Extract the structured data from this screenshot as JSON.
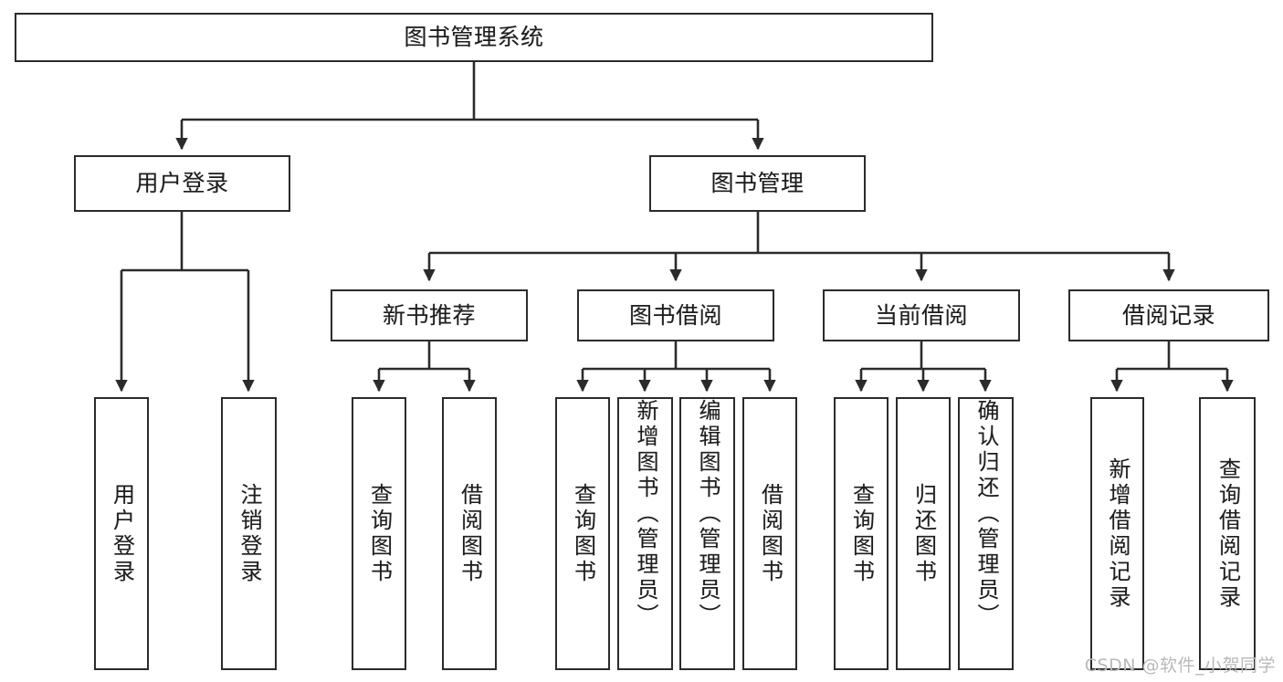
{
  "diagram": {
    "title": "图书管理系统",
    "type": "tree",
    "stroke_color": "#2b2b2b",
    "fill_color": "#ffffff",
    "root": {
      "id": "root",
      "label": "图书管理系统"
    },
    "level2": [
      {
        "id": "user-login",
        "label": "用户登录"
      },
      {
        "id": "book-manage",
        "label": "图书管理"
      }
    ],
    "level3": [
      {
        "id": "new-book-recommend",
        "label": "新书推荐"
      },
      {
        "id": "book-borrow",
        "label": "图书借阅"
      },
      {
        "id": "current-borrow",
        "label": "当前借阅"
      },
      {
        "id": "borrow-record",
        "label": "借阅记录"
      }
    ],
    "leaves": [
      {
        "id": "leaf-user-login",
        "label": "用户登录",
        "parent": "user-login",
        "align": "center"
      },
      {
        "id": "leaf-logout-login",
        "label": "注销登录",
        "parent": "user-login",
        "align": "center"
      },
      {
        "id": "leaf-query-book-1",
        "label": "查询图书",
        "parent": "new-book-recommend",
        "align": "center"
      },
      {
        "id": "leaf-borrow-book-1",
        "label": "借阅图书",
        "parent": "new-book-recommend",
        "align": "center"
      },
      {
        "id": "leaf-query-book-2",
        "label": "查询图书",
        "parent": "book-borrow",
        "align": "center"
      },
      {
        "id": "leaf-add-book-admin",
        "label": "新增图书（管理员）",
        "parent": "book-borrow",
        "align": "top"
      },
      {
        "id": "leaf-edit-book-admin",
        "label": "编辑图书（管理员）",
        "parent": "book-borrow",
        "align": "top"
      },
      {
        "id": "leaf-borrow-book-2",
        "label": "借阅图书",
        "parent": "book-borrow",
        "align": "center"
      },
      {
        "id": "leaf-query-book-3",
        "label": "查询图书",
        "parent": "current-borrow",
        "align": "center"
      },
      {
        "id": "leaf-return-book",
        "label": "归还图书",
        "parent": "current-borrow",
        "align": "center"
      },
      {
        "id": "leaf-confirm-return-admin",
        "label": "确认归还（管理员）",
        "parent": "current-borrow",
        "align": "top"
      },
      {
        "id": "leaf-add-borrow-record",
        "label": "新增借阅记录",
        "parent": "borrow-record",
        "align": "center"
      },
      {
        "id": "leaf-query-borrow-record",
        "label": "查询借阅记录",
        "parent": "borrow-record",
        "align": "center"
      }
    ]
  },
  "watermark": {
    "text": "CSDN @软件_小贺同学"
  }
}
